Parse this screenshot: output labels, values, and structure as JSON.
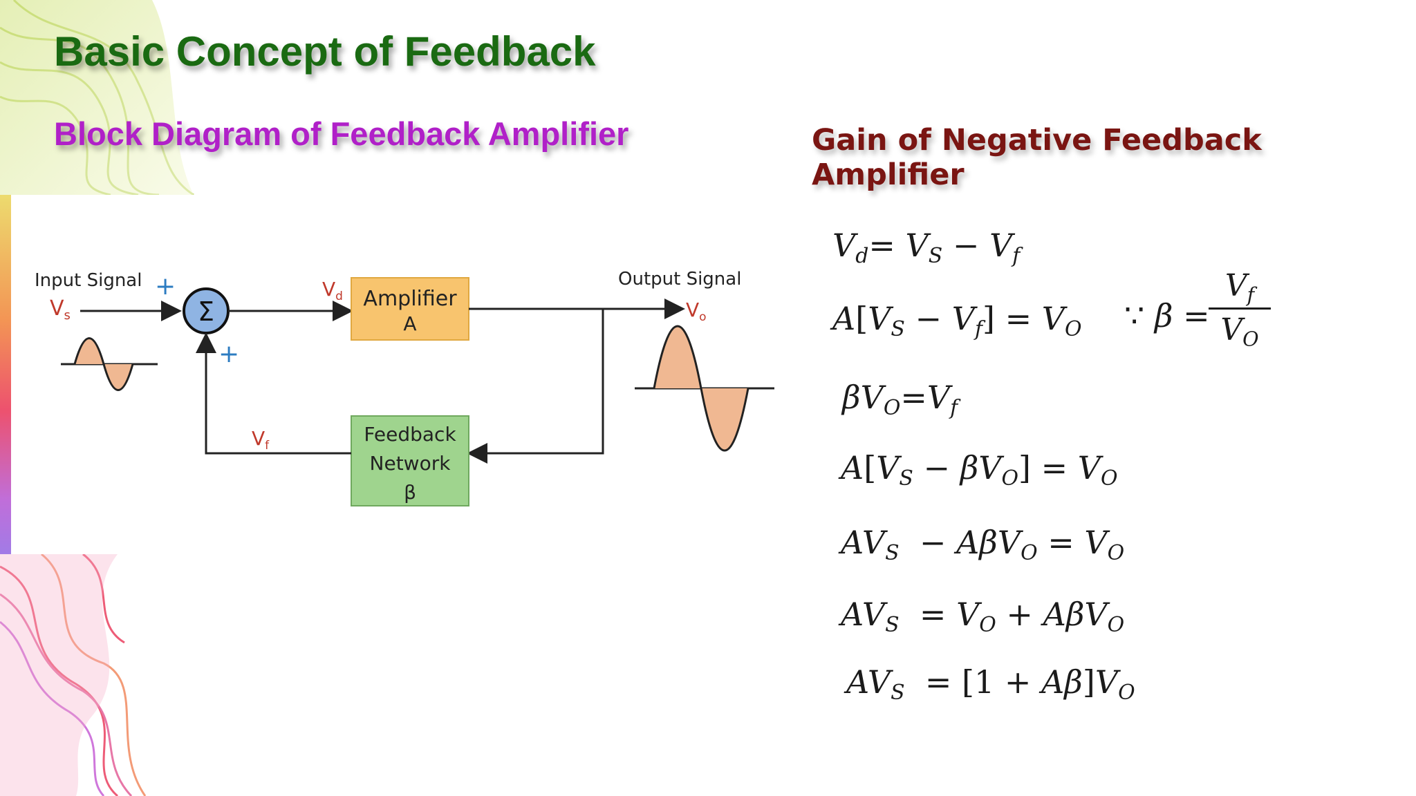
{
  "slide": {
    "title": "Basic Concept of Feedback",
    "subtitle": "Block Diagram of Feedback Amplifier",
    "gain_title": "Gain of Negative Feedback Amplifier"
  },
  "diagram": {
    "input_label": "Input Signal",
    "input_symbol": "V",
    "input_sub": "s",
    "plus_top": "+",
    "plus_bottom": "+",
    "summer_symbol": "Σ",
    "vd_symbol": "V",
    "vd_sub": "d",
    "amplifier_line1": "Amplifier",
    "amplifier_line2": "A",
    "output_label": "Output Signal",
    "output_symbol": "V",
    "output_sub": "o",
    "feedback_line1": "Feedback",
    "feedback_line2": "Network",
    "feedback_line3": "β",
    "vf_symbol": "V",
    "vf_sub": "f"
  },
  "colors": {
    "title": "#1a6a12",
    "subtitle": "#b020c8",
    "gain_title": "#7a1512",
    "amplifier_block": "#f8c46e",
    "feedback_block": "#9fd48e",
    "summer_fill": "#8fb4e3",
    "wave_fill": "#f0b892",
    "sign_blue": "#2c7cc1",
    "label_red": "#c0392b"
  }
}
